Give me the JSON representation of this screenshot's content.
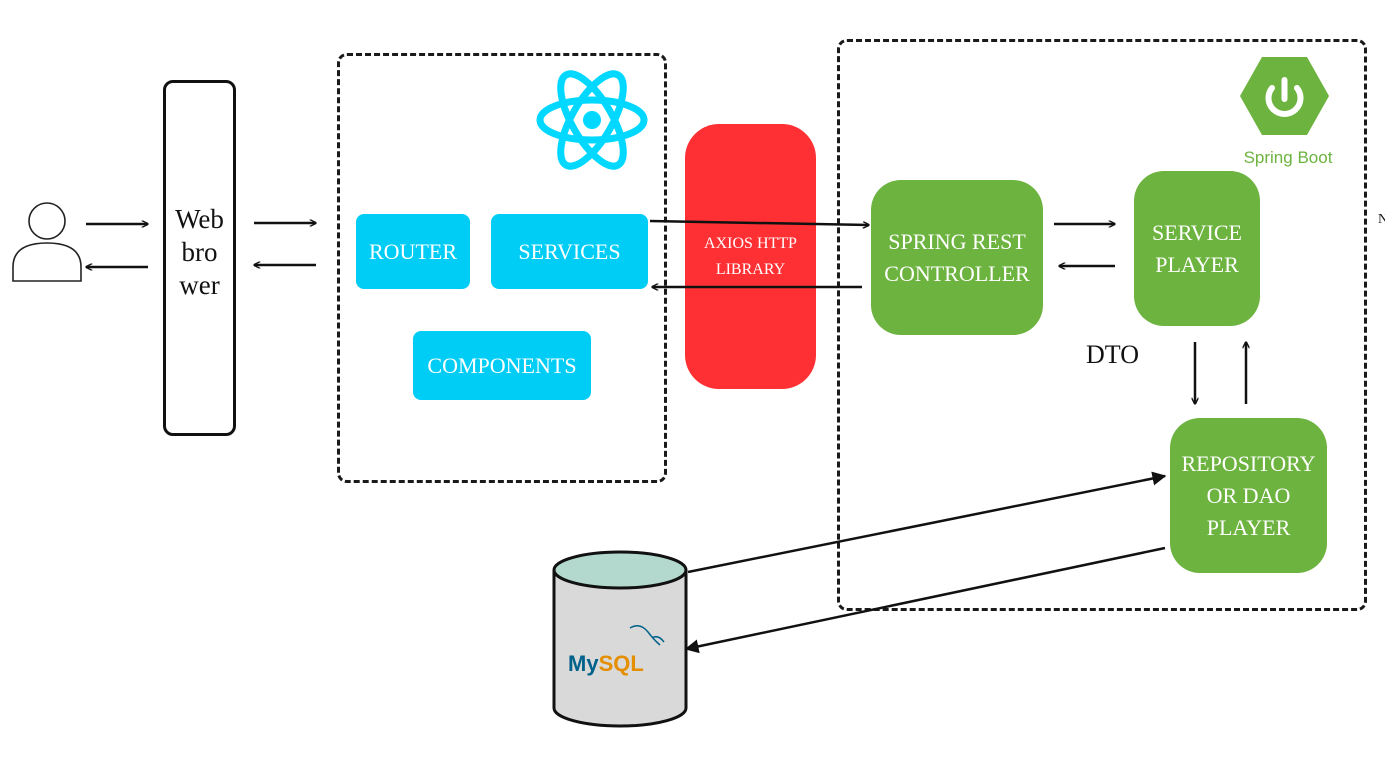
{
  "browser": {
    "lines": [
      "Web",
      "bro",
      "wer"
    ]
  },
  "frontend": {
    "router_label": "ROUTER",
    "services_label": "SERVICES",
    "components_label": "COMPONENTS"
  },
  "axios": {
    "lines": [
      "AXIOS HTTP",
      "LIBRARY"
    ]
  },
  "backend": {
    "brand_label": "Spring Boot",
    "controller_lines": [
      "SPRING REST",
      "CONTROLLER"
    ],
    "service_lines": [
      "SERVICE",
      "PLAYER"
    ],
    "repository_lines": [
      "REPOSITORY",
      "OR DAO",
      "PLAYER"
    ],
    "dto_label": "DTO"
  },
  "database": {
    "logo_text": "MySQL"
  },
  "stray_mark": "N",
  "colors": {
    "react_cyan": "#00cdf5",
    "spring_green": "#6db33f",
    "axios_red": "#ff3033",
    "db_top": "#b3d9cf",
    "db_body": "#d9d9d9",
    "mysql_blue": "#00618a",
    "mysql_orange": "#e48e00"
  },
  "icons": [
    "user-icon",
    "react-icon",
    "spring-boot-icon",
    "mysql-database-icon"
  ]
}
